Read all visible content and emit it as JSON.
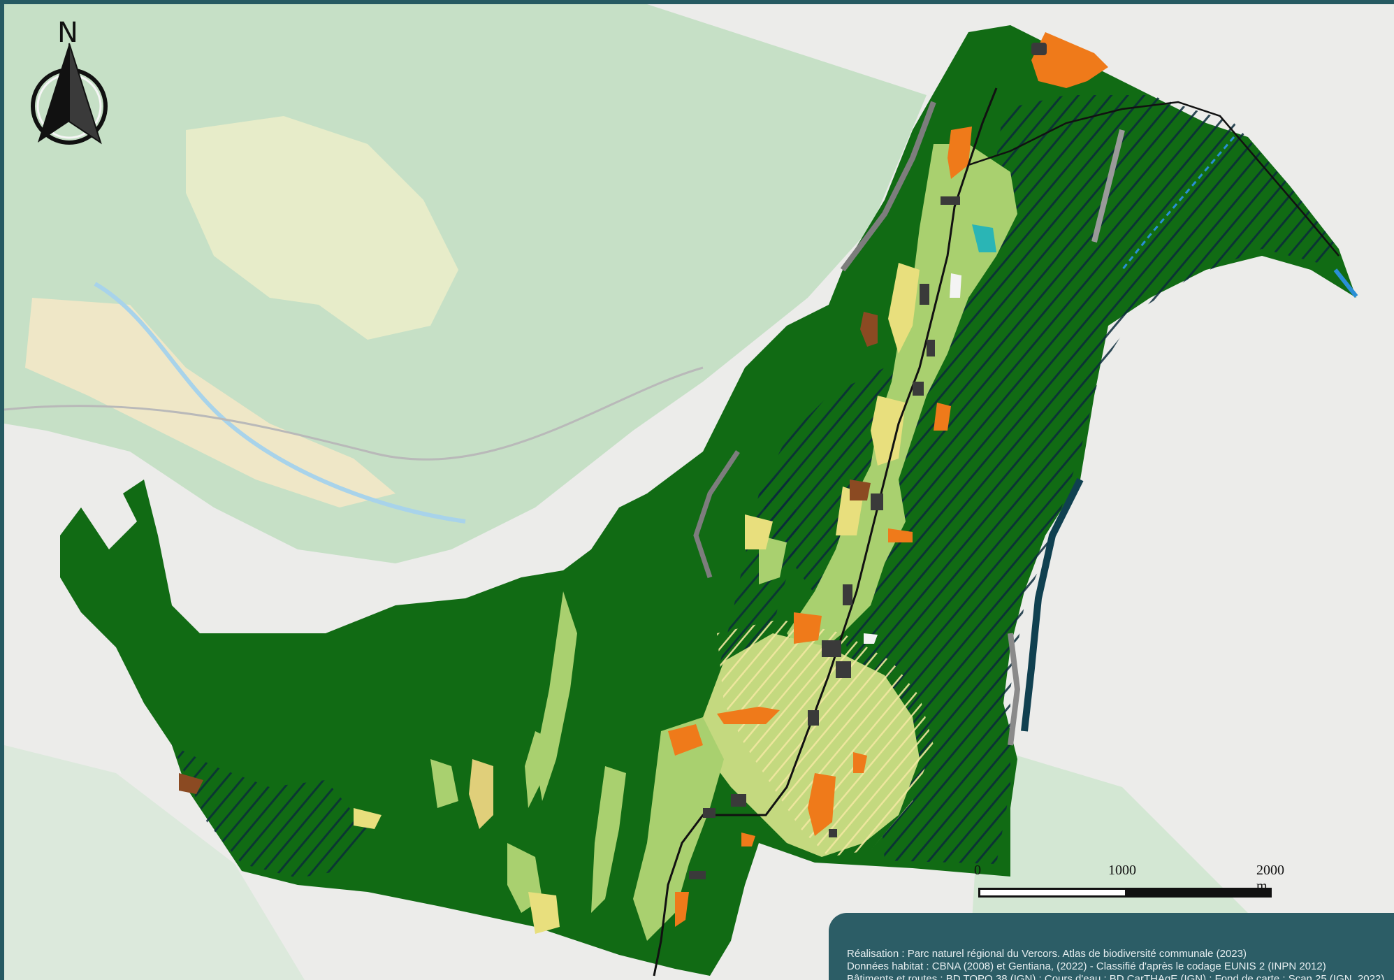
{
  "north_arrow": {
    "label": "N",
    "icon": "north-arrow-icon"
  },
  "scale_bar": {
    "labels": [
      "0",
      "1000",
      "2000 m"
    ]
  },
  "credits": [
    "Réalisation : Parc naturel régional du Vercors. Atlas de biodiversité communale (2023)",
    "Données habitat : CBNA (2008) et Gentiana, (2022) - Classifié d'après le codage EUNIS 2 (INPN 2012)",
    "Bâtiments et routes : BD TOPO 38 (IGN) ; Cours d'eau : BD CarTHAgE (IGN) ; Fond de carte : Scan 25 (IGN, 2022)"
  ],
  "colors": {
    "frame": "#265a62",
    "forest": "#116b14",
    "meadow": "#a9d06f",
    "crop": "#e8df7d",
    "urban_orange": "#ef7a1a",
    "built": "#3a3a3a",
    "rock": "#7d7d7d",
    "water": "#2a8fd6",
    "hatch": "#0a2a3a",
    "background_forest": "#bfdcbf",
    "background_open": "#ececea"
  }
}
